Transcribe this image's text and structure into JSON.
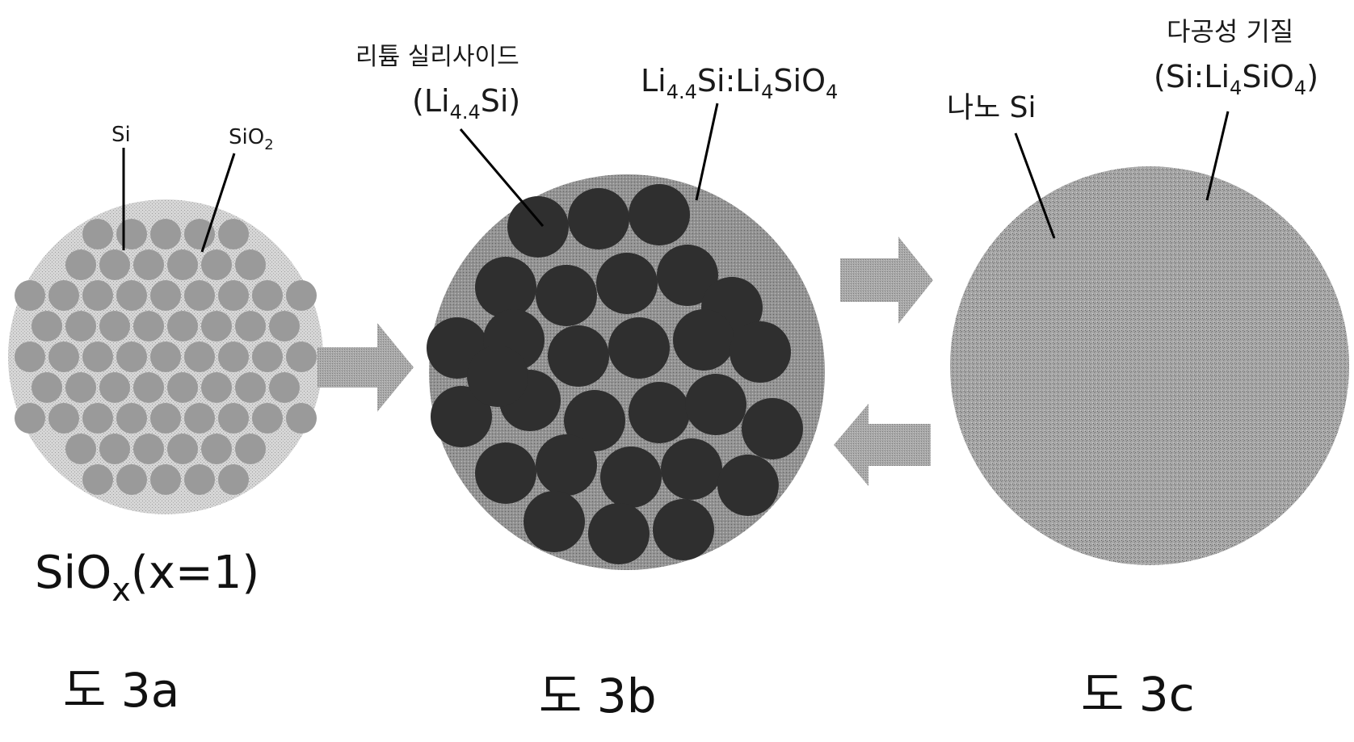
{
  "figures": {
    "a": {
      "label_si": "Si",
      "label_sio2_base": "SiO",
      "label_sio2_sub": "2",
      "formula_base": "SiO",
      "formula_sub": "x",
      "formula_rest": "(x=1)",
      "caption": "도 3a"
    },
    "b": {
      "label_ls_name": "리튬 실리사이드",
      "label_ls_open": "(Li",
      "label_ls_sub": "4.4",
      "label_ls_close": "Si)",
      "label_mix_1": "Li",
      "label_mix_sub1": "4.4",
      "label_mix_2": "Si:Li",
      "label_mix_sub2": "4",
      "label_mix_3": "SiO",
      "label_mix_sub3": "4",
      "caption": "도 3b"
    },
    "c": {
      "label_nano": "나노 Si",
      "label_matrix_name": "다공성 기질",
      "label_matrix_open": "(Si:Li",
      "label_matrix_sub1": "4",
      "label_matrix_mid": "SiO",
      "label_matrix_sub2": "4",
      "label_matrix_close": ")",
      "caption": "도 3c"
    }
  },
  "colors": {
    "particle_a_matrix": "#cfcfcf",
    "particle_a_grain": "#9a9a9a",
    "particle_b_matrix": "#8c8c8c",
    "particle_b_grain": "#2f2f2f",
    "particle_c": "#9e9e9e",
    "arrow": "#9b9b9b"
  },
  "arrows": [
    "arrow-right",
    "arrow-right",
    "arrow-left"
  ]
}
